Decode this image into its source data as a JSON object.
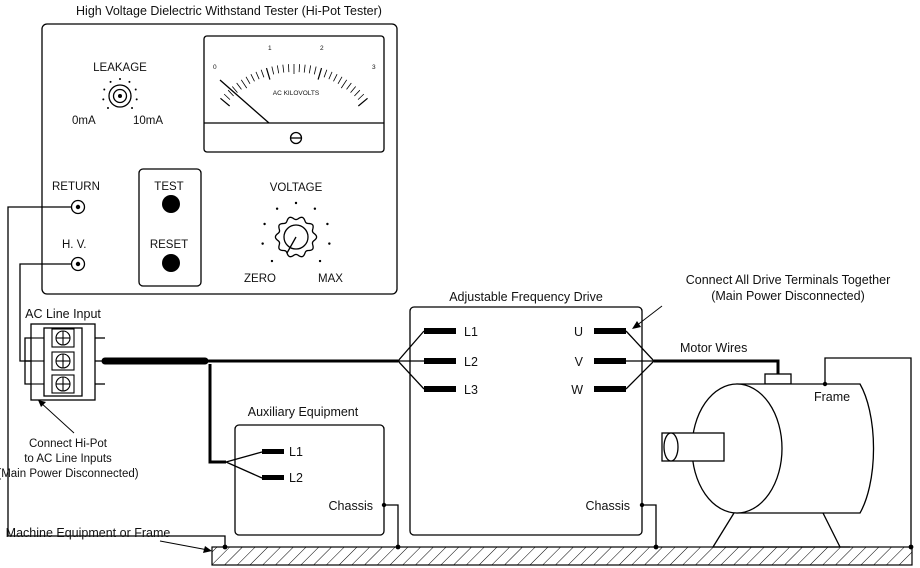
{
  "colors": {
    "ink": "#000000",
    "paper": "#ffffff"
  },
  "tester": {
    "title": "High Voltage Dielectric Withstand Tester (Hi-Pot Tester)",
    "leakage_label": "LEAKAGE",
    "leakage_min": "0mA",
    "leakage_max": "10mA",
    "meter_scale": [
      "0",
      "1",
      "2",
      "3"
    ],
    "meter_unit": "AC KILOVOLTS",
    "test_label": "TEST",
    "reset_label": "RESET",
    "voltage_label": "VOLTAGE",
    "voltage_min": "ZERO",
    "voltage_max": "MAX",
    "return_label": "RETURN",
    "hv_label": "H. V."
  },
  "ac_line": {
    "title": "AC Line Input",
    "note": [
      "Connect Hi-Pot",
      "to AC Line Inputs",
      "(Main Power Disconnected)"
    ]
  },
  "drive": {
    "title": "Adjustable Frequency Drive",
    "inputs": [
      "L1",
      "L2",
      "L3"
    ],
    "outputs": [
      "U",
      "V",
      "W"
    ],
    "chassis": "Chassis",
    "note": [
      "Connect All Drive Terminals Together",
      "(Main Power Disconnected)"
    ]
  },
  "auxiliary": {
    "title": "Auxiliary Equipment",
    "inputs": [
      "L1",
      "L2"
    ],
    "chassis": "Chassis"
  },
  "motor": {
    "wires_label": "Motor Wires",
    "frame_label": "Frame"
  },
  "ground": {
    "label": "Machine Equipment or Frame"
  }
}
